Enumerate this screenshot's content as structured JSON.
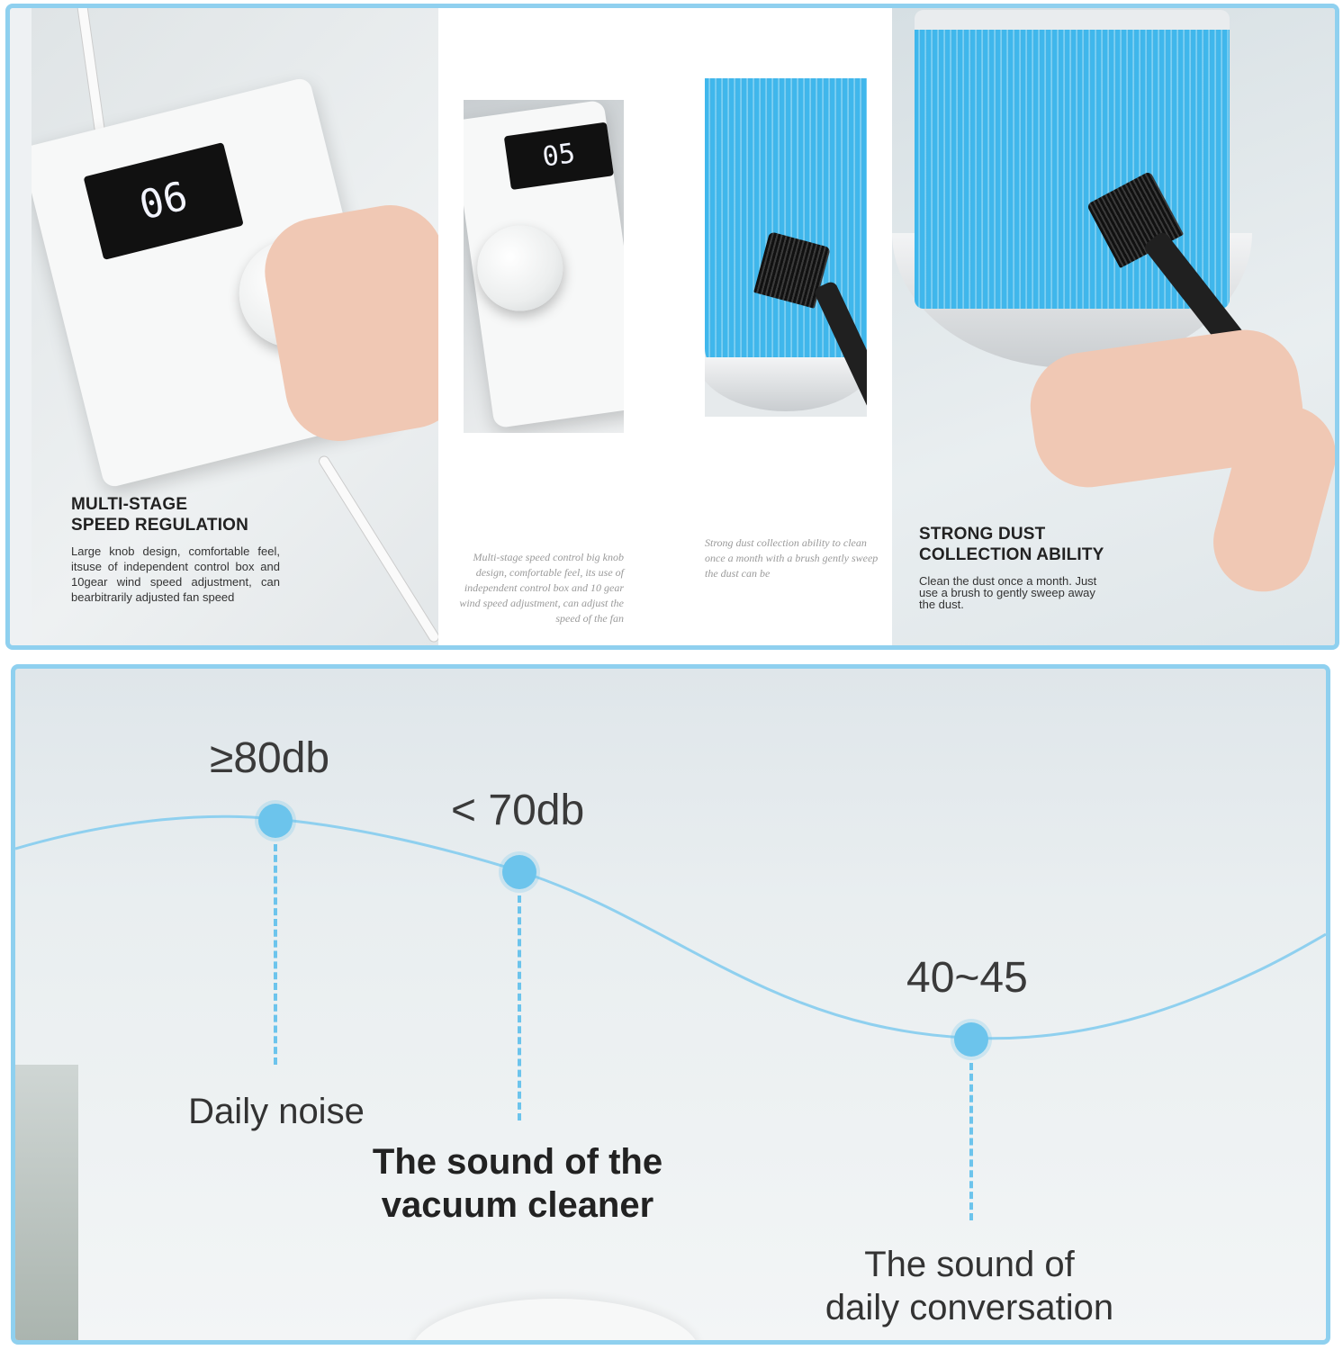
{
  "panels": {
    "speed": {
      "display_value": "06",
      "heading_line1": "MULTI-STAGE",
      "heading_line2": "SPEED REGULATION",
      "description": "Large knob design, comfortable feel, itsuse of independent control box and 10gear wind speed adjustment, can bearbitrarily adjusted fan speed"
    },
    "speed_detail": {
      "display_value": "05",
      "caption": "Multi-stage speed control big knob design, comfortable feel, its use of independent control box and 10 gear wind speed adjustment, can adjust the speed of the fan"
    },
    "dust_detail": {
      "caption": "Strong dust collection ability to clean once a month with a brush gently sweep the dust can be"
    },
    "dust": {
      "heading_line1": "STRONG DUST",
      "heading_line2": "COLLECTION ABILITY",
      "description": "Clean the dust once a month. Just use a brush to gently sweep away the dust."
    }
  },
  "noise": {
    "levels": [
      {
        "value": "≥80db",
        "label": "Daily noise"
      },
      {
        "value": "< 70db",
        "label_line1": "The sound of the",
        "label_line2": "vacuum cleaner"
      },
      {
        "value": "40~45",
        "label_line1": "The sound of",
        "label_line2": "daily conversation"
      }
    ]
  },
  "colors": {
    "frame_border": "#8fd0ef",
    "accent_dot": "#6cc4ec",
    "filter_blue": "#3fb7ec"
  }
}
